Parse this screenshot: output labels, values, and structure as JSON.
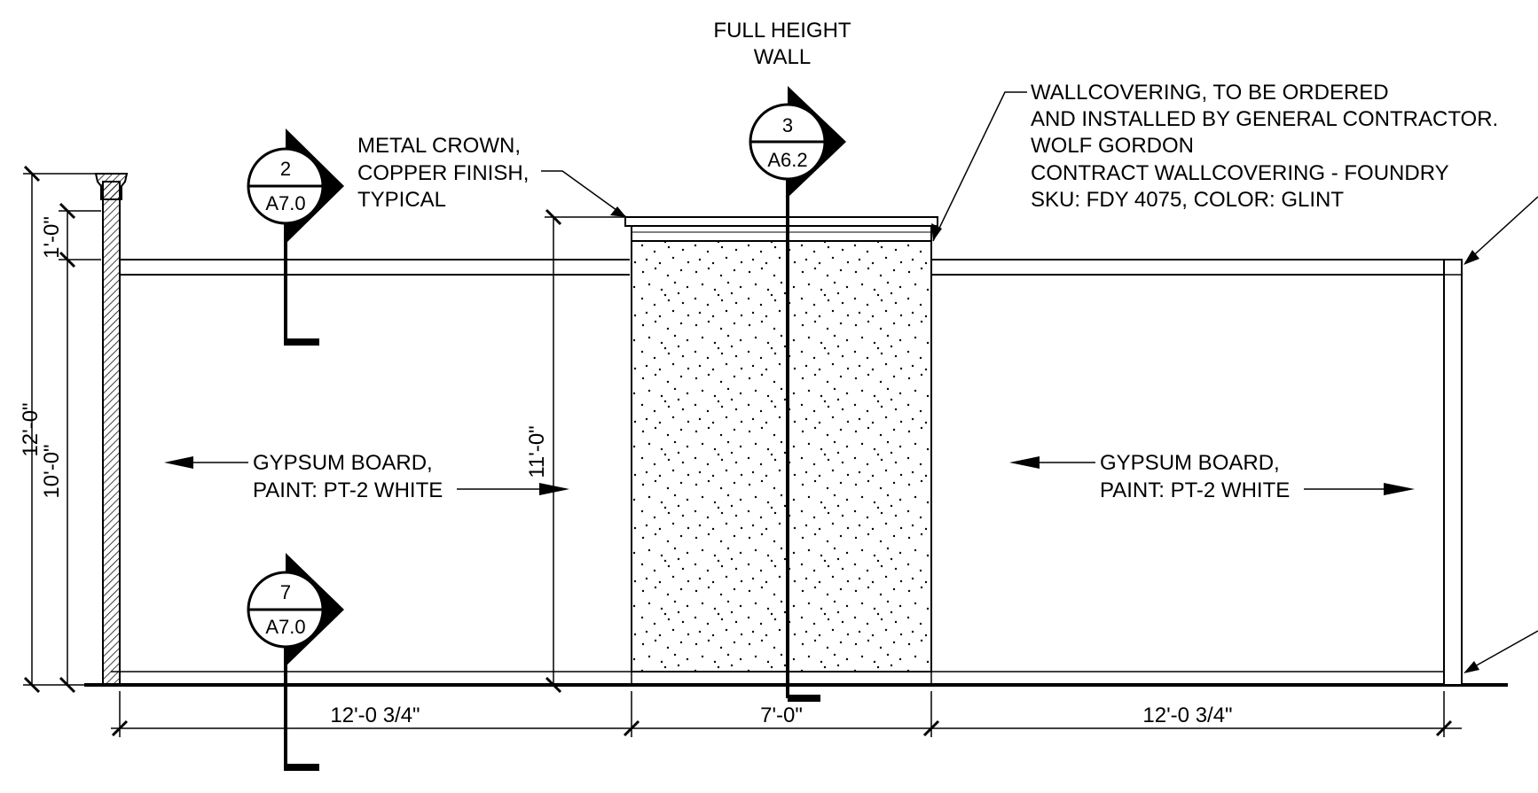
{
  "title": {
    "line1": "FULL HEIGHT",
    "line2": "WALL"
  },
  "notes": {
    "wallcovering": [
      "WALLCOVERING, TO BE ORDERED",
      "AND INSTALLED BY GENERAL CONTRACTOR.",
      "WOLF GORDON",
      "CONTRACT WALLCOVERING - FOUNDRY",
      "SKU: FDY 4075, COLOR: GLINT"
    ],
    "crown": [
      "METAL CROWN,",
      "COPPER FINISH,",
      "TYPICAL"
    ],
    "gypsum_left": [
      "GYPSUM BOARD,",
      "PAINT: PT-2 WHITE"
    ],
    "gypsum_right": [
      "GYPSUM BOARD,",
      "PAINT: PT-2 WHITE"
    ]
  },
  "section_markers": [
    {
      "number": "2",
      "sheet": "A7.0"
    },
    {
      "number": "3",
      "sheet": "A6.2"
    },
    {
      "number": "7",
      "sheet": "A7.0"
    }
  ],
  "dimensions": {
    "overall_height": "12'-0\"",
    "crown_height": "1'-0\"",
    "wall_height": "10'-0\"",
    "panel_height": "11'-0\"",
    "left_width": "12'-0 3/4\"",
    "center_width": "7'-0\"",
    "right_width": "12'-0 3/4\""
  },
  "colors": {
    "line": "#000000",
    "background": "#ffffff"
  }
}
